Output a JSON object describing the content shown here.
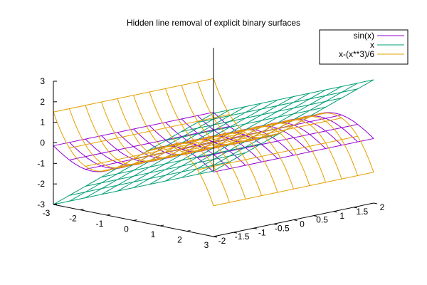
{
  "chart_data": {
    "type": "surface",
    "title": "Hidden line removal of explicit binary surfaces",
    "xlabel": "",
    "ylabel": "",
    "zlabel": "",
    "xlim": [
      -3,
      3
    ],
    "ylim": [
      -2,
      2
    ],
    "zlim": [
      -3,
      3
    ],
    "x_ticks": [
      "-3",
      "-2",
      "-1",
      "0",
      "1",
      "2",
      "3"
    ],
    "y_ticks": [
      "-2",
      "-1.5",
      "-1",
      "-0.5",
      "0",
      "0.5",
      "1",
      "1.5",
      "2"
    ],
    "z_ticks": [
      "-3",
      "-2",
      "-1",
      "0",
      "1",
      "2",
      "3"
    ],
    "grid": false,
    "legend_position": "top-right",
    "series": [
      {
        "name": "sin(x)",
        "expression": "sin(x)",
        "color": "#9400d3"
      },
      {
        "name": "x",
        "expression": "x",
        "color": "#009e73"
      },
      {
        "name": "x-(x**3)/6",
        "expression": "x-(x**3)/6",
        "color": "#e69f00"
      }
    ]
  }
}
